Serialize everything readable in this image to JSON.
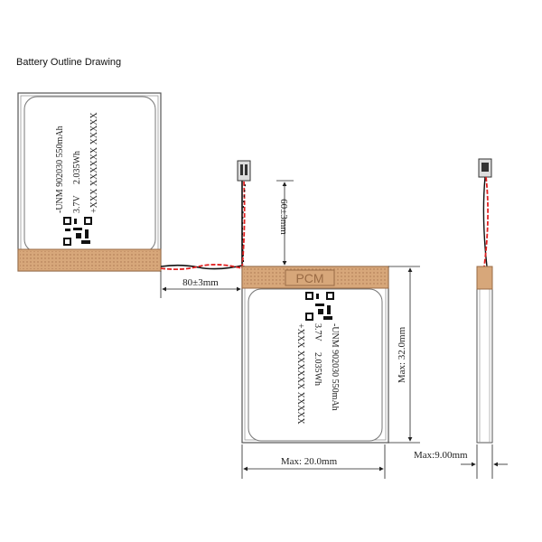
{
  "title": "Battery Outline Drawing",
  "label": {
    "model": "-UNM 902030 550mAh",
    "voltage": "3.7V",
    "energy": "2.035Wh",
    "code": "+XXX XXXXXX XXXXX"
  },
  "pcm_label": "PCM",
  "dimensions": {
    "wire_length": "80±3mm",
    "lead_length": "60±3mm",
    "height": "Max: 32.0mm",
    "width": "Max: 20.0mm",
    "thickness": "Max:9.00mm"
  },
  "colors": {
    "pcm": "#d7a77a",
    "wire_red": "#e02020",
    "wire_black": "#111111"
  }
}
